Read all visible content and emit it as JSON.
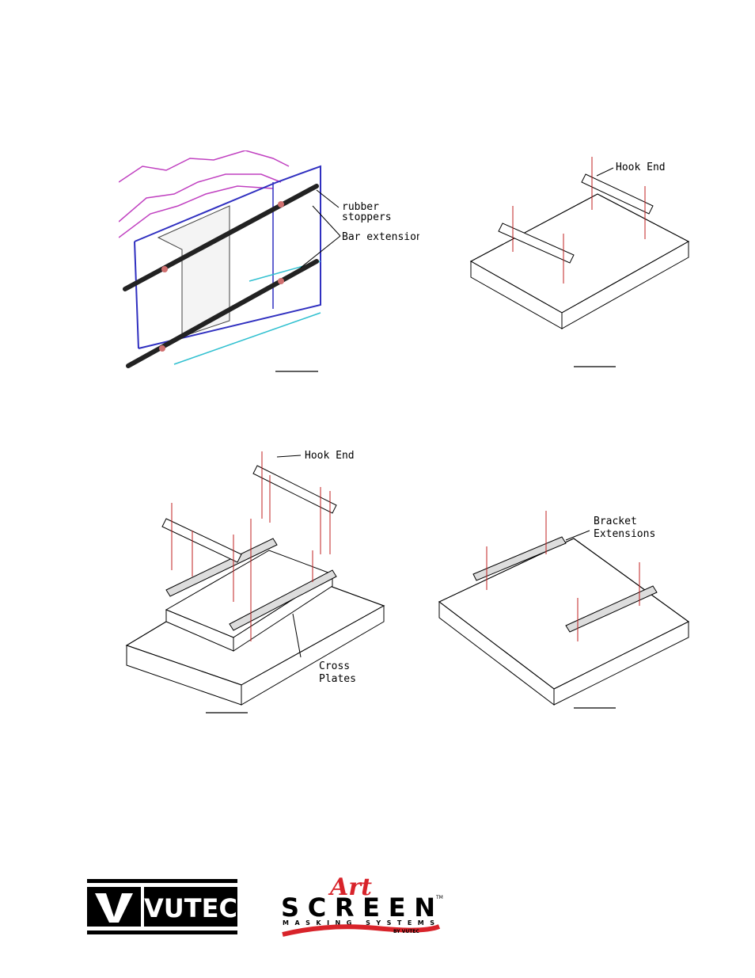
{
  "figures": {
    "fig1": {
      "labels": [
        "rubber",
        "stoppers",
        "Bar  extensions"
      ]
    },
    "fig2": {
      "labels": [
        "Hook  End"
      ]
    },
    "fig3": {
      "labels": [
        "Hook  End",
        "Cross",
        "Plates"
      ]
    },
    "fig4": {
      "labels": [
        "Bracket",
        "Extensions"
      ]
    }
  },
  "logos": {
    "vutec": {
      "text": "VUTEC",
      "color": "#000000"
    },
    "artscreen": {
      "script_text": "Art",
      "main_text": "SCREEN",
      "tagline": "MASKING SYSTEMS",
      "byline": "BY VUTEC",
      "tm": "TM",
      "accent_color": "#d8232a"
    }
  }
}
